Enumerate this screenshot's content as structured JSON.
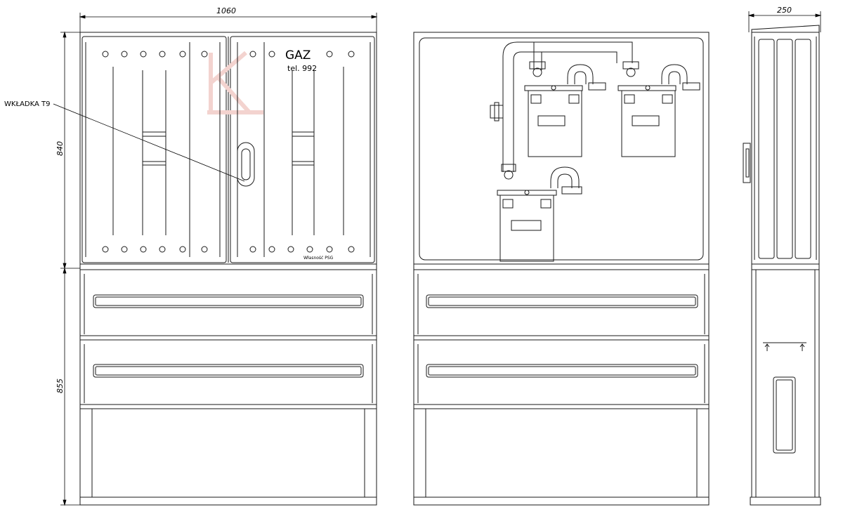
{
  "dimensions": {
    "width": "1060",
    "height_upper": "840",
    "height_lower": "855",
    "depth": "250"
  },
  "labels": {
    "insert": "WKŁADKA T9",
    "gas": "GAZ",
    "phone": "tel. 992",
    "ownership": "Własność PSG"
  },
  "colors": {
    "line": "#1a1a1a",
    "watermark": "#f3d3cf"
  }
}
